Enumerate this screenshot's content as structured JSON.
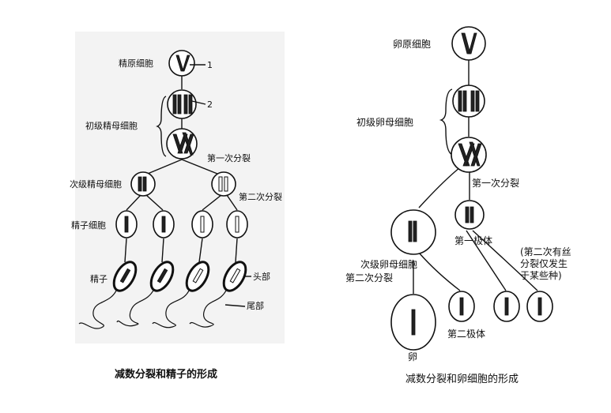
{
  "left": {
    "spermatogonium": "精原细胞",
    "primary_spermatocyte": "初级精母细胞",
    "secondary_spermatocyte": "次级精母细胞",
    "spermatid": "精子细胞",
    "sperm": "精子",
    "first_division": "第一次分裂",
    "second_division": "第二次分裂",
    "head": "头部",
    "tail": "尾部",
    "marker_1": "1",
    "marker_2": "2",
    "caption": "减数分裂和精子的形成"
  },
  "right": {
    "oogonium": "卵原细胞",
    "primary_oocyte": "初级卵母细胞",
    "first_division": "第一次分裂",
    "first_polar_body": "第一极体",
    "secondary_oocyte": "次级卵母细胞",
    "second_division": "第二次分裂",
    "note_line1": "(第二次有丝",
    "note_line2": "分裂仅发生",
    "note_line3": "于某些种)",
    "egg": "卵",
    "second_polar_body": "第二极体",
    "caption": "减数分裂和卵细胞的形成"
  }
}
